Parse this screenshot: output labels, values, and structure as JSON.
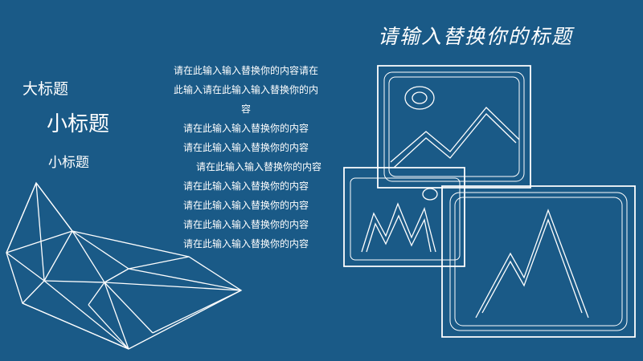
{
  "slide": {
    "title": "请输入替换你的标题",
    "heading_large": "大标题",
    "heading_mid": "小标题",
    "heading_small": "小标题",
    "body_lines": [
      "请在此输入输入替换你的内容请在",
      "此输入请在此输入输入替换你的内",
      "容",
      "请在此输入输入替换你的内容",
      "请在此输入输入替换你的内容",
      "请在此输入输入替换你的内容",
      "请在此输入输入替换你的内容",
      "请在此输入输入替换你的内容",
      "请在此输入输入替换你的内容",
      "请在此输入输入替换你的内容"
    ]
  },
  "decor": {
    "polygon_art": "low-poly-wireframe",
    "image_frames": [
      "image-placeholder-icon",
      "image-placeholder-icon",
      "image-placeholder-icon"
    ]
  },
  "colors": {
    "background": "#1a5a87",
    "line": "#ffffff"
  }
}
